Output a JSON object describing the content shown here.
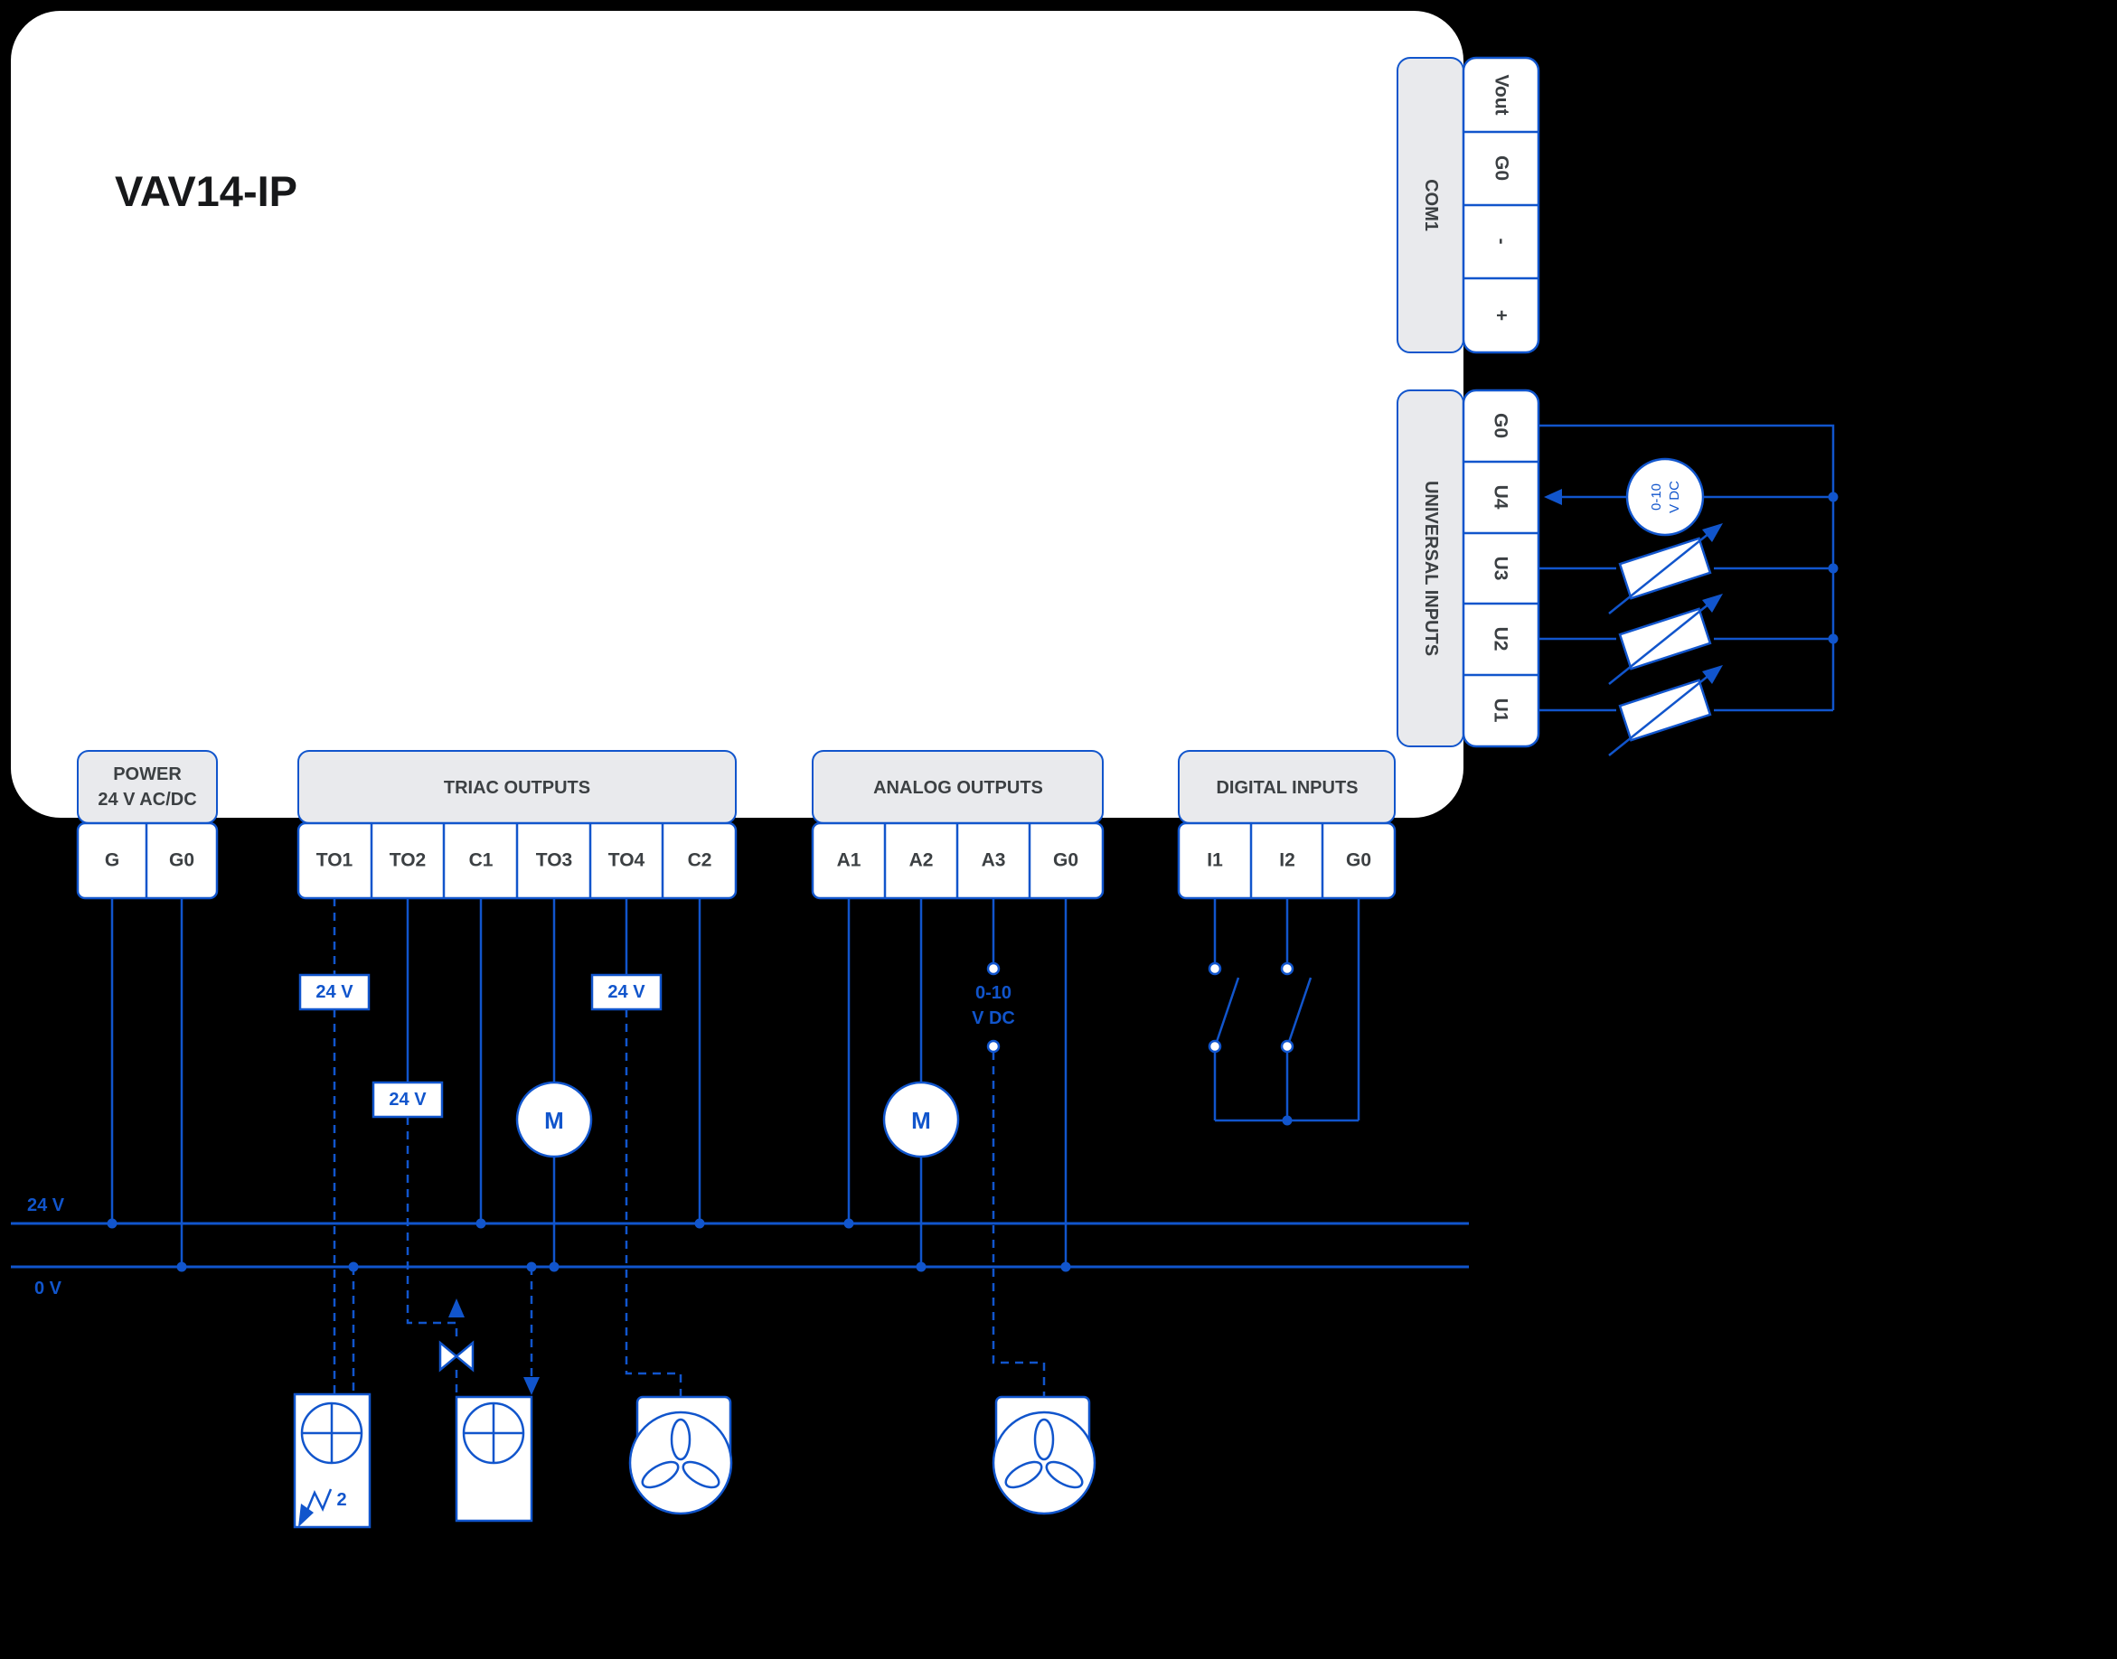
{
  "title": "VAV14-IP",
  "com1": {
    "label": "COM1",
    "terminals": [
      "Vout",
      "G0",
      "-",
      "+"
    ]
  },
  "universal_inputs": {
    "label": "UNIVERSAL INPUTS",
    "terminals": [
      "G0",
      "U4",
      "U3",
      "U2",
      "U1"
    ],
    "transducer_line1": "0-10",
    "transducer_line2": "V DC"
  },
  "power": {
    "label_line1": "POWER",
    "label_line2": "24 V AC/DC",
    "terminals": [
      "G",
      "G0"
    ]
  },
  "triac_outputs": {
    "label": "TRIAC OUTPUTS",
    "terminals": [
      "TO1",
      "TO2",
      "C1",
      "TO3",
      "TO4",
      "C2"
    ],
    "voltage_labels": [
      "24 V",
      "24 V",
      "24 V"
    ],
    "motor_label": "M"
  },
  "analog_outputs": {
    "label": "ANALOG OUTPUTS",
    "terminals": [
      "A1",
      "A2",
      "A3",
      "G0"
    ],
    "signal_line1": "0-10",
    "signal_line2": "V DC",
    "motor_label": "M"
  },
  "digital_inputs": {
    "label": "DIGITAL INPUTS",
    "terminals": [
      "I1",
      "I2",
      "G0"
    ]
  },
  "buses": {
    "label_24v": "24 V",
    "label_0v": "0 V"
  },
  "notes": {
    "actuator_multiplier": "2"
  },
  "colors": {
    "wire": "#1155cc",
    "body": "#ffffff",
    "label_fill": "#e9eaed",
    "background": "#000000",
    "text": "#3c4043"
  }
}
